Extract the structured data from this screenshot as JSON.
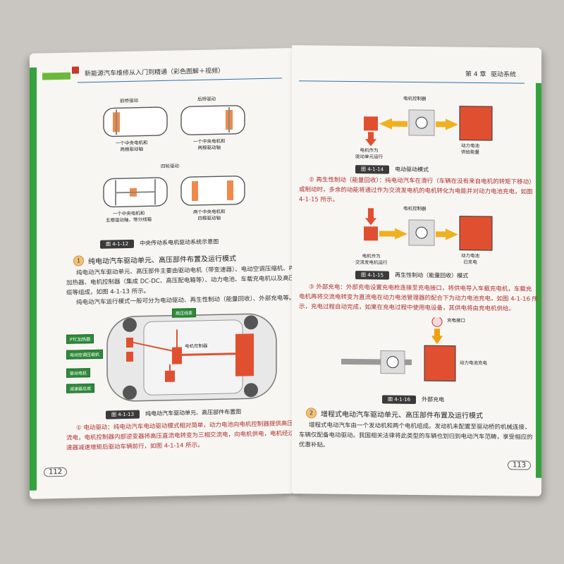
{
  "left": {
    "header": "新能源汽车维修从入门到精通（彩色图解＋视频）",
    "page_number": "112",
    "fig1": {
      "labels": {
        "front": "前桥驱动",
        "rear": "后桥驱动",
        "front_desc": "一个中央电机和\n两根驱动轴",
        "rear_desc": "一个中央电机和\n两根驱动轴",
        "four": "四轮驱动",
        "four_a_desc": "一个中央电机和\n五根驱动轴，带分线箱",
        "four_b_desc": "两个中央电机和\n四根驱动轴"
      },
      "caption_num": "图 4-1-12",
      "caption_text": "中央传动系电机驱动系统示意图"
    },
    "section1_num": "1",
    "section1_title": "纯电动汽车驱动单元、高压部件布置及运行模式",
    "para1_lines": [
      "纯电动汽车驱动单元、高压部件主要由驱动电机（带变速器）、电动空调压缩机、PTC",
      "加热器、电机控制器（集成 DC-DC、高压配电箱等）、动力电池、车载充电机以及高压线",
      "缆等组成，如图 4-1-13 所示。",
      "纯电动汽车运行模式一般可分为电动驱动、再生性制动（能量回收）、外部充电等。"
    ],
    "fig2": {
      "labels": {
        "l1": "高压线束",
        "l2": "PTC加热器",
        "l3": "电动空调压缩机",
        "l4": "驱动电机",
        "l5": "减速器总成",
        "l6": "电机控制器"
      },
      "caption_num": "图 4-1-13",
      "caption_text": "纯电动汽车驱动单元、高压部件布置图"
    },
    "para2_lines": [
      "① 电动驱动：纯电动汽车电动驱动模式相对简单，动力电池向电机控制器提供高压直",
      "流电，电机控制器内部逆变器将高压直流电转变为三相交流电，向电机供电，电机经过减",
      "速器减速增矩后驱动车辆前行，如图 4-1-14 所示。"
    ]
  },
  "right": {
    "header_chapter": "第 4 章",
    "header_title": "驱动系统",
    "page_number": "113",
    "fig3": {
      "controller": "电机控制器",
      "motor": "电机作为\n驱动单元运行",
      "battery": "动力电池\n供给能量",
      "caption_num": "图 4-1-14",
      "caption_text": "电动驱动模式"
    },
    "para3_lines": [
      "② 再生性制动（能量回收）：纯电动汽车在滑行（车辆在没有来自电机的转矩下移动）",
      "或制动时，多余的动能将通过作为交流发电机的电机转化为电能并对动力电池充电，如图",
      "4-1-15 所示。"
    ],
    "fig4": {
      "controller": "电机控制器",
      "motor": "电机作为\n交流发电机运行",
      "battery": "动力电池\n已充电",
      "caption_num": "图 4-1-15",
      "caption_text": "再生性制动（能量回收）模式"
    },
    "para4_lines": [
      "③ 外部充电：外部充电设置充电枪连接至充电接口，将供电导入车载充电机，车载充",
      "电机再将交流电转变为直流电在动力电池管理器的配合下为动力电池充电，如图 4-1-16 所",
      "示，充电过程自动完成，如果在充电过程中使用电设备，其供电将由充电机供给。"
    ],
    "fig5": {
      "port": "充电接口",
      "battery": "动力电池充电",
      "caption_num": "图 4-1-16",
      "caption_text": "外部充电"
    },
    "section2_num": "2",
    "section2_title": "增程式电动汽车驱动单元、高压部件布置及运行模式",
    "para5_lines": [
      "增程式电动汽车由一个发动机和两个电机组成。发动机未配置至驱动桥的机械连接，",
      "车辆仅配备电动驱动。我国相关法律将此类型的车辆也划归到电动汽车范畴，享受相应的",
      "优惠补贴。"
    ]
  },
  "colors": {
    "green": "#35a23f",
    "red": "#d6401f",
    "orange": "#f0a010",
    "blue": "#2f7fd0"
  }
}
